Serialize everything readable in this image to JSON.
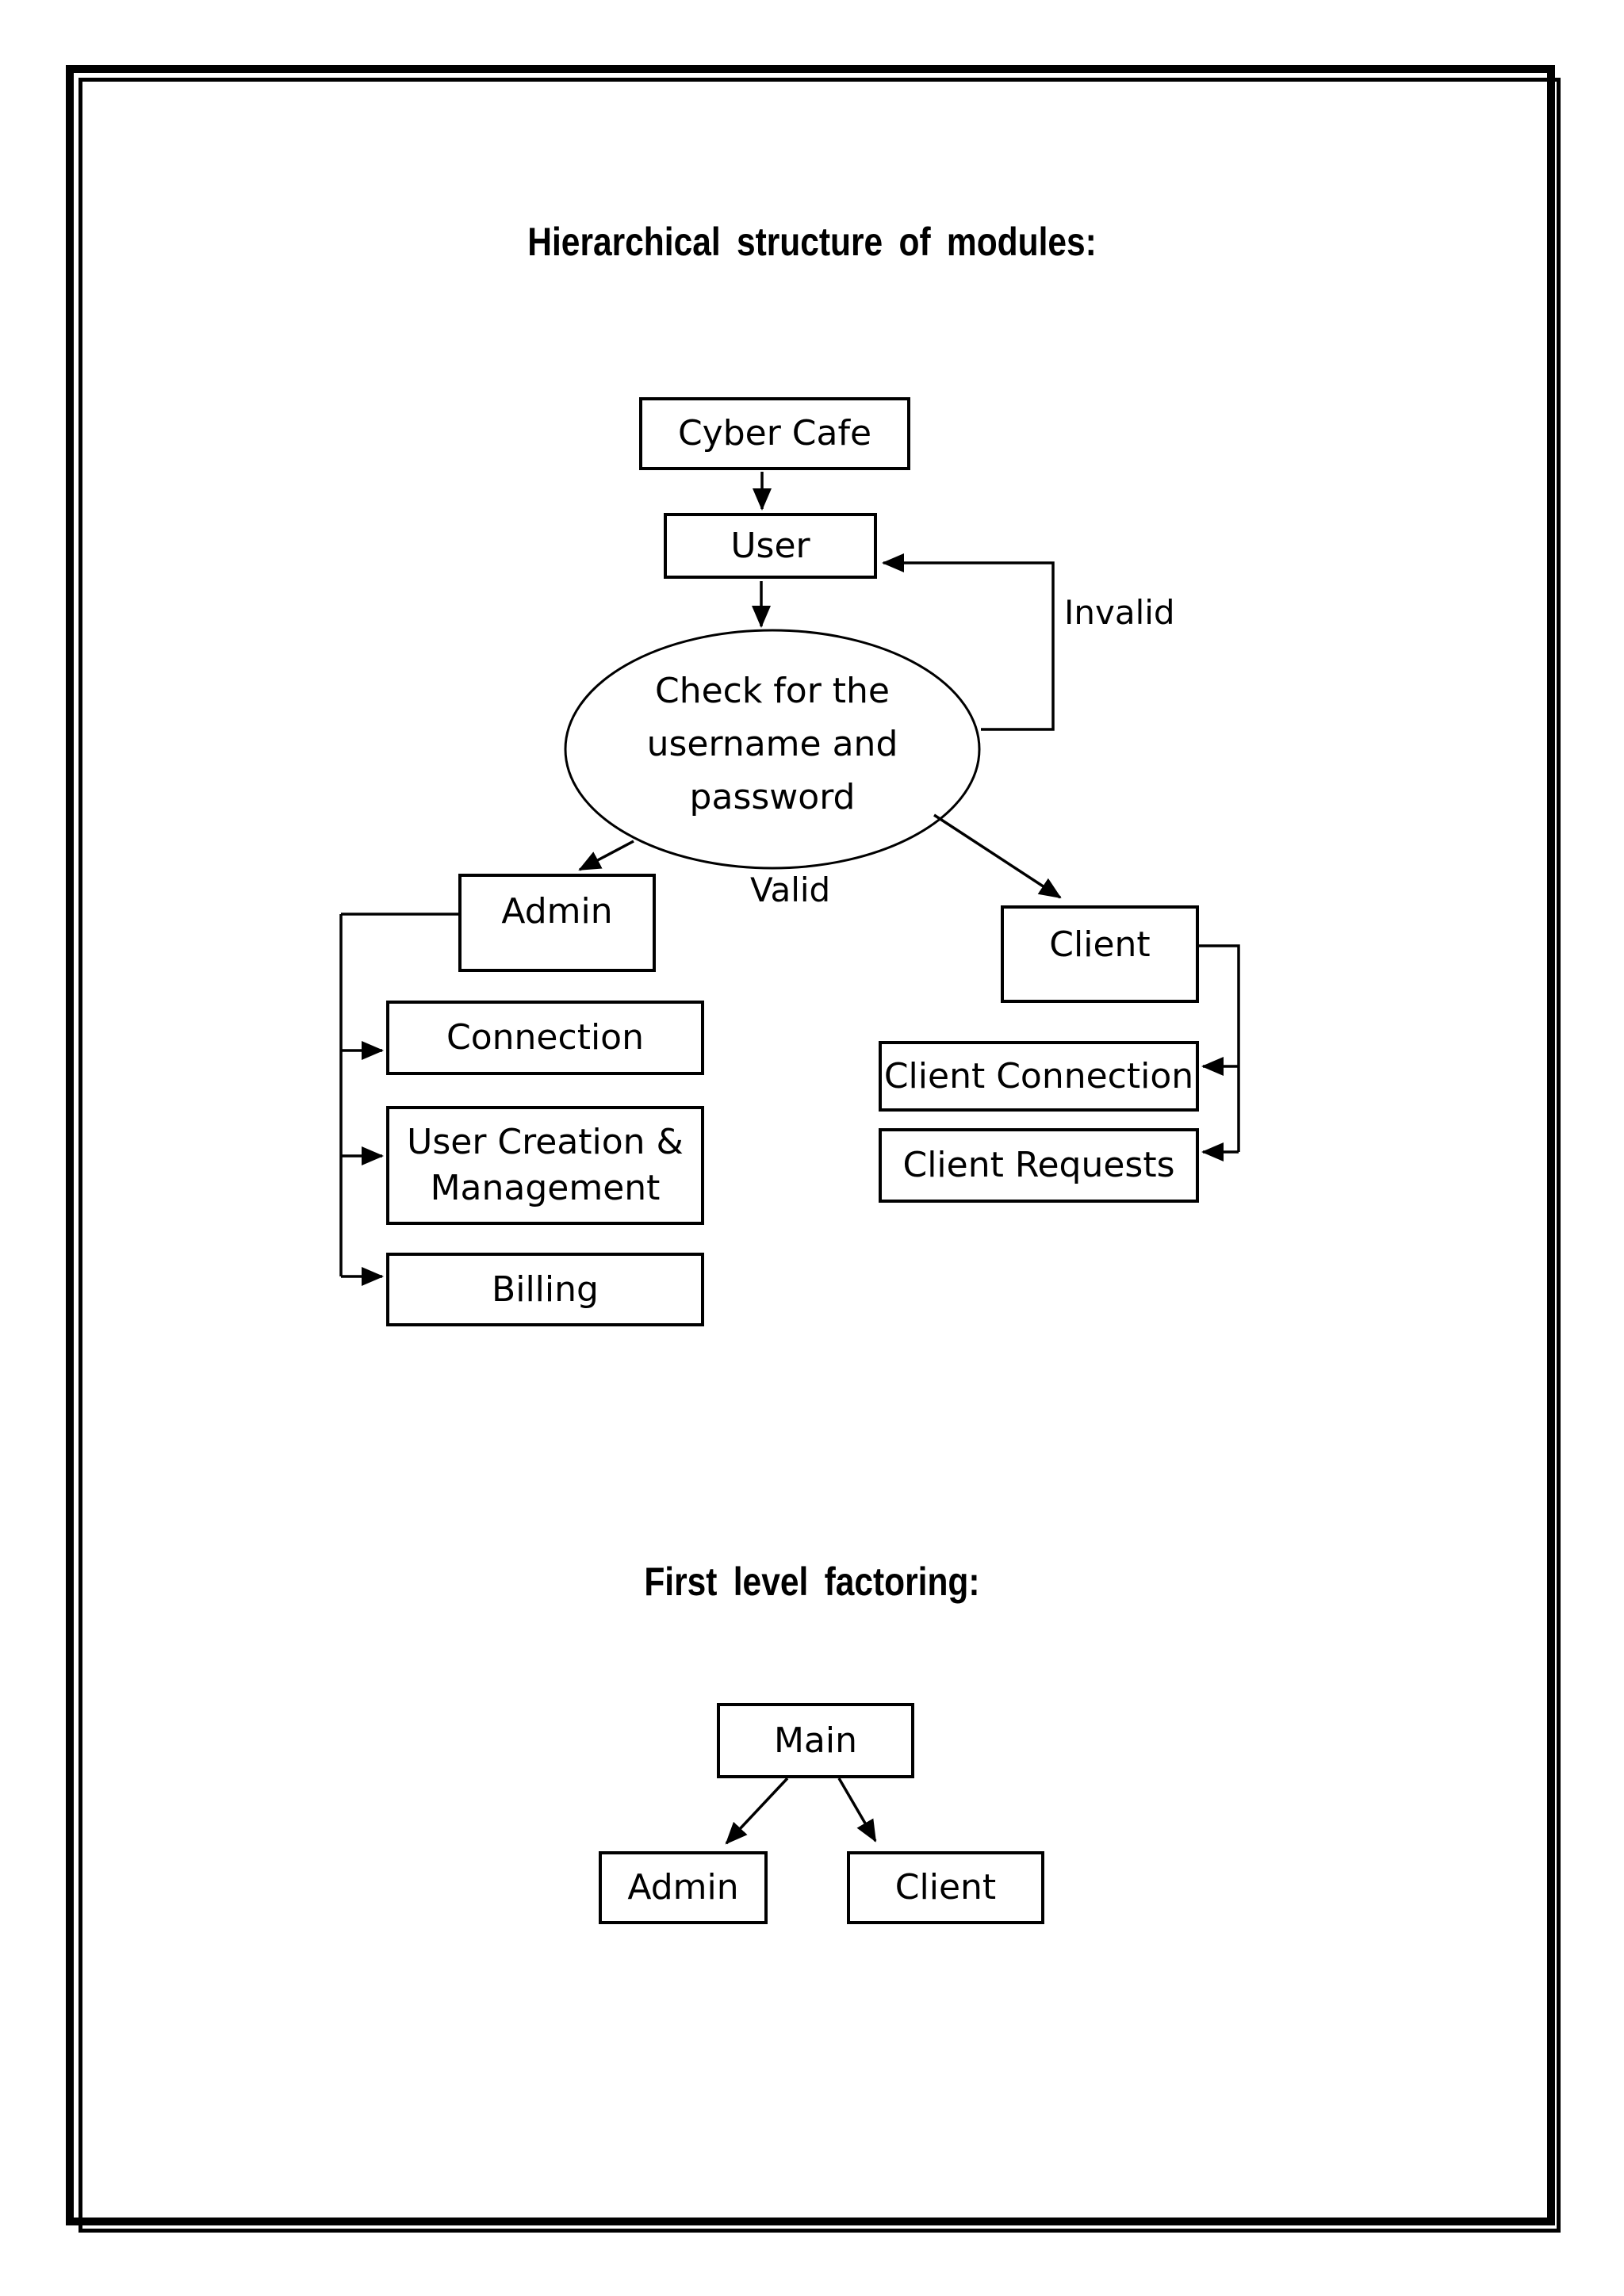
{
  "page": {
    "title1": "Hierarchical structure of modules:",
    "title2": "First level factoring:"
  },
  "colors": {
    "ink": "#000000",
    "paper": "#ffffff"
  },
  "hierarchy_diagram": {
    "nodes": {
      "cyber_cafe": "Cyber Cafe",
      "user": "User",
      "check_line1": "Check for the",
      "check_line2": "username and",
      "check_line3": "password",
      "admin": "Admin",
      "connection": "Connection",
      "user_creation_line1": "User Creation &",
      "user_creation_line2": "Management",
      "billing": "Billing",
      "client": "Client",
      "client_connection": "Client Connection",
      "client_requests": "Client Requests"
    },
    "edge_labels": {
      "invalid": "Invalid",
      "valid": "Valid"
    }
  },
  "factoring_diagram": {
    "nodes": {
      "main": "Main",
      "admin": "Admin",
      "client": "Client"
    }
  }
}
